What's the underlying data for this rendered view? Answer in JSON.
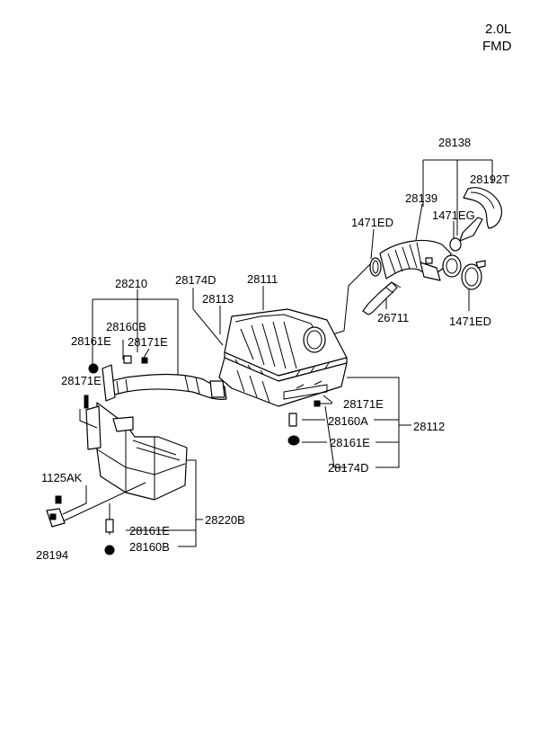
{
  "header": {
    "engine": "2.0L",
    "variant": "FMD"
  },
  "parts": {
    "p28138": "28138",
    "p28192T": "28192T",
    "p28139": "28139",
    "p1471EG": "1471EG",
    "p1471ED_upper": "1471ED",
    "p1471ED_lower": "1471ED",
    "p26711": "26711",
    "p28111": "28111",
    "p28174D_top": "28174D",
    "p28113": "28113",
    "p28210": "28210",
    "p28160B_top": "28160B",
    "p28161E_left": "28161E",
    "p28171E_top": "28171E",
    "p28171E_left": "28171E",
    "p28171E_right": "28171E",
    "p28160A": "28160A",
    "p28112": "28112",
    "p28161E_right": "28161E",
    "p28174D_bottom": "28174D",
    "p1125AK": "1125AK",
    "p28194": "28194",
    "p28161E_bottom": "28161E",
    "p28220B": "28220B",
    "p28160B_bottom": "28160B"
  }
}
